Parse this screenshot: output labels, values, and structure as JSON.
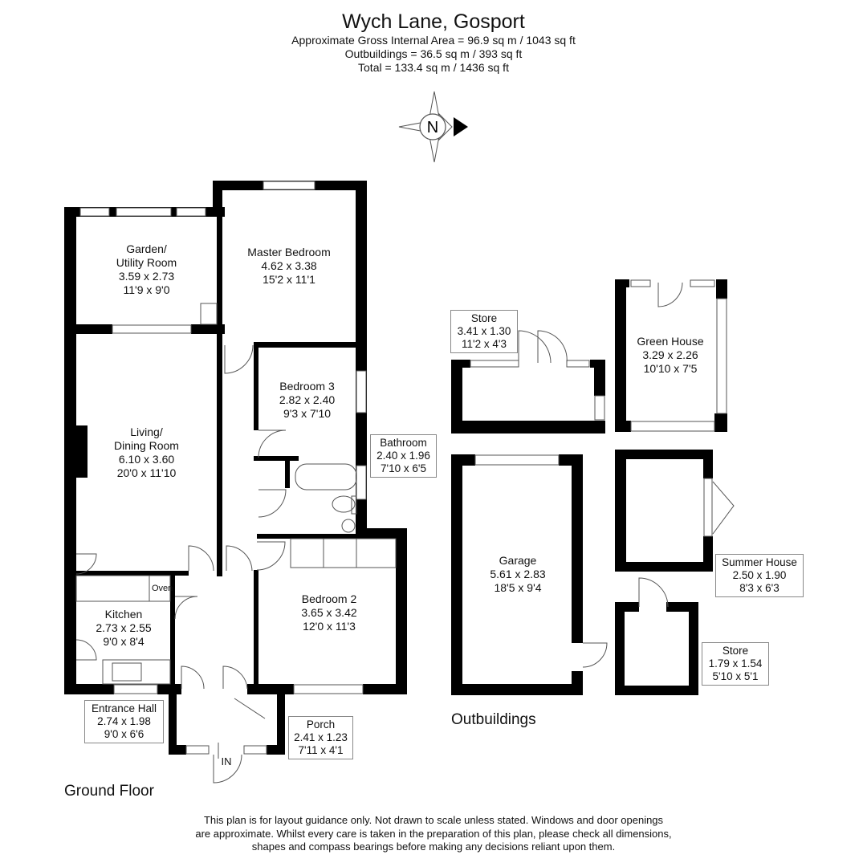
{
  "header": {
    "title": "Wych Lane, Gosport",
    "line1": "Approximate Gross Internal Area = 96.9 sq m / 1043 sq ft",
    "line2": "Outbuildings = 36.5 sq m / 393 sq ft",
    "line3": "Total = 133.4 sq m / 1436 sq ft"
  },
  "compass": {
    "letter": "N"
  },
  "rooms": {
    "garden": {
      "name1": "Garden/",
      "name2": "Utility Room",
      "metric": "3.59 x 2.73",
      "imperial": "11'9 x 9'0"
    },
    "master": {
      "name": "Master Bedroom",
      "metric": "4.62 x 3.38",
      "imperial": "15'2 x 11'1"
    },
    "bed3": {
      "name": "Bedroom 3",
      "metric": "2.82 x 2.40",
      "imperial": "9'3 x 7'10"
    },
    "living": {
      "name1": "Living/",
      "name2": "Dining Room",
      "metric": "6.10 x 3.60",
      "imperial": "20'0 x 11'10"
    },
    "bathroom": {
      "name": "Bathroom",
      "metric": "2.40 x 1.96",
      "imperial": "7'10 x 6'5"
    },
    "kitchen": {
      "name": "Kitchen",
      "metric": "2.73 x 2.55",
      "imperial": "9'0 x 8'4",
      "oven": "Oven"
    },
    "bed2": {
      "name": "Bedroom 2",
      "metric": "3.65 x 3.42",
      "imperial": "12'0 x 11'3"
    },
    "hall": {
      "name": "Entrance Hall",
      "metric": "2.74 x 1.98",
      "imperial": "9'0 x 6'6"
    },
    "porch": {
      "name": "Porch",
      "metric": "2.41 x 1.23",
      "imperial": "7'11 x 4'1"
    },
    "entrance": "IN"
  },
  "outbuildings": {
    "store1": {
      "name": "Store",
      "metric": "3.41 x 1.30",
      "imperial": "11'2 x 4'3"
    },
    "greenhouse": {
      "name": "Green House",
      "metric": "3.29 x 2.26",
      "imperial": "10'10 x 7'5"
    },
    "garage": {
      "name": "Garage",
      "metric": "5.61 x 2.83",
      "imperial": "18'5 x 9'4"
    },
    "summer": {
      "name": "Summer House",
      "metric": "2.50 x 1.90",
      "imperial": "8'3 x 6'3"
    },
    "store2": {
      "name": "Store",
      "metric": "1.79 x 1.54",
      "imperial": "5'10 x 5'1"
    }
  },
  "sections": {
    "ground": "Ground Floor",
    "outbuildings": "Outbuildings"
  },
  "footer": {
    "line1": "This plan is for layout guidance only. Not drawn to scale unless stated. Windows and door openings",
    "line2": "are approximate. Whilst every care is taken in the preparation of this plan, please check all dimensions,",
    "line3": "shapes and compass bearings before making any decisions reliant upon them."
  },
  "colors": {
    "wall": "#000000",
    "line": "#555555",
    "background": "#ffffff"
  }
}
